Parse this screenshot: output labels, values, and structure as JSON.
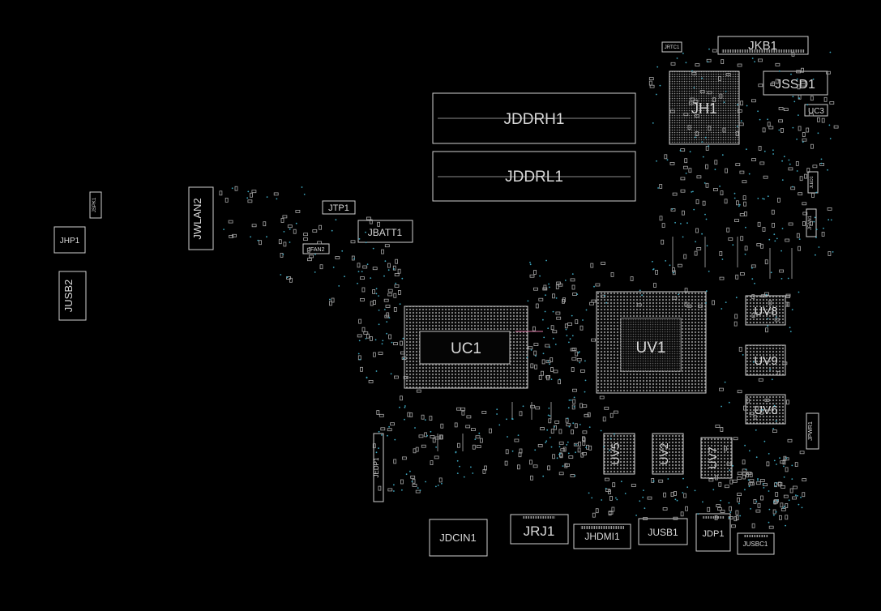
{
  "title": "",
  "colors": {
    "background": "#000000",
    "outline": "#cfcfcf",
    "label": "#d9d9d9",
    "via": "#3ea9c2",
    "accent_line": "#e07aa8"
  },
  "components": {
    "JKB1": "JKB1",
    "JRTC1": "JRTC1",
    "JSSD1": "JSSD1",
    "JH1": "JH1",
    "UC3": "UC3",
    "JDDRH1": "JDDRH1",
    "JDDRL1": "JDDRL1",
    "JSPK1": "JSPK1",
    "JWLAN2": "JWLAN2",
    "JTP1": "JTP1",
    "JBATT1": "JBATT1",
    "JFAN2": "JFAN2",
    "JHP1": "JHP1",
    "JUSB2": "JUSB2",
    "UC1": "UC1",
    "UV1": "UV1",
    "UV8": "UV8",
    "UV9": "UV9",
    "UV6": "UV6",
    "UV5": "UV5",
    "UV2": "UV2",
    "UV7": "UV7",
    "JFAN1": "JFAN1",
    "JEDP1": "JEDP1",
    "JPWR1": "JPWR1",
    "JDCIN1": "JDCIN1",
    "JRJ1": "JRJ1",
    "JHDMI1": "JHDMI1",
    "JUSB1": "JUSB1",
    "JDP1": "JDP1",
    "JUSBC1": "JUSBC1",
    "JLED1": "JLED1"
  }
}
